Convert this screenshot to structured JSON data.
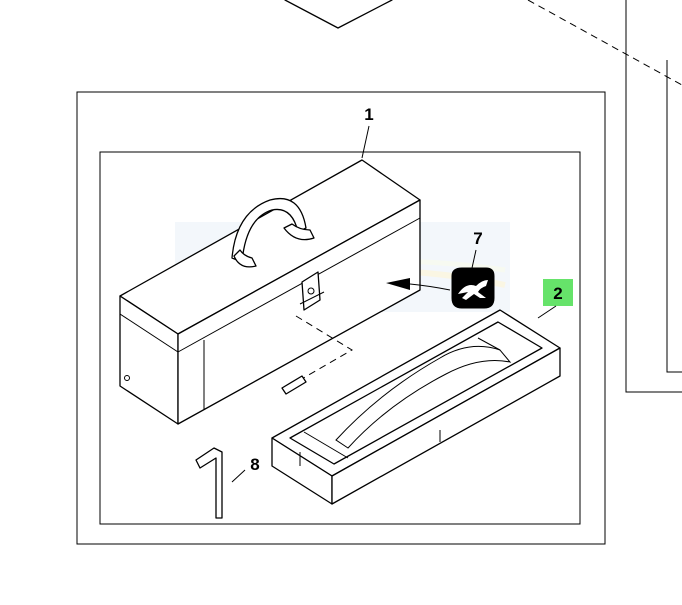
{
  "callouts": {
    "c1": "1",
    "c2": "2",
    "c7": "7",
    "c8": "8"
  },
  "colors": {
    "highlight": "#66e36a",
    "line": "#000000",
    "background": "#ffffff"
  },
  "icons": {
    "decal": "deer-logo-icon"
  }
}
